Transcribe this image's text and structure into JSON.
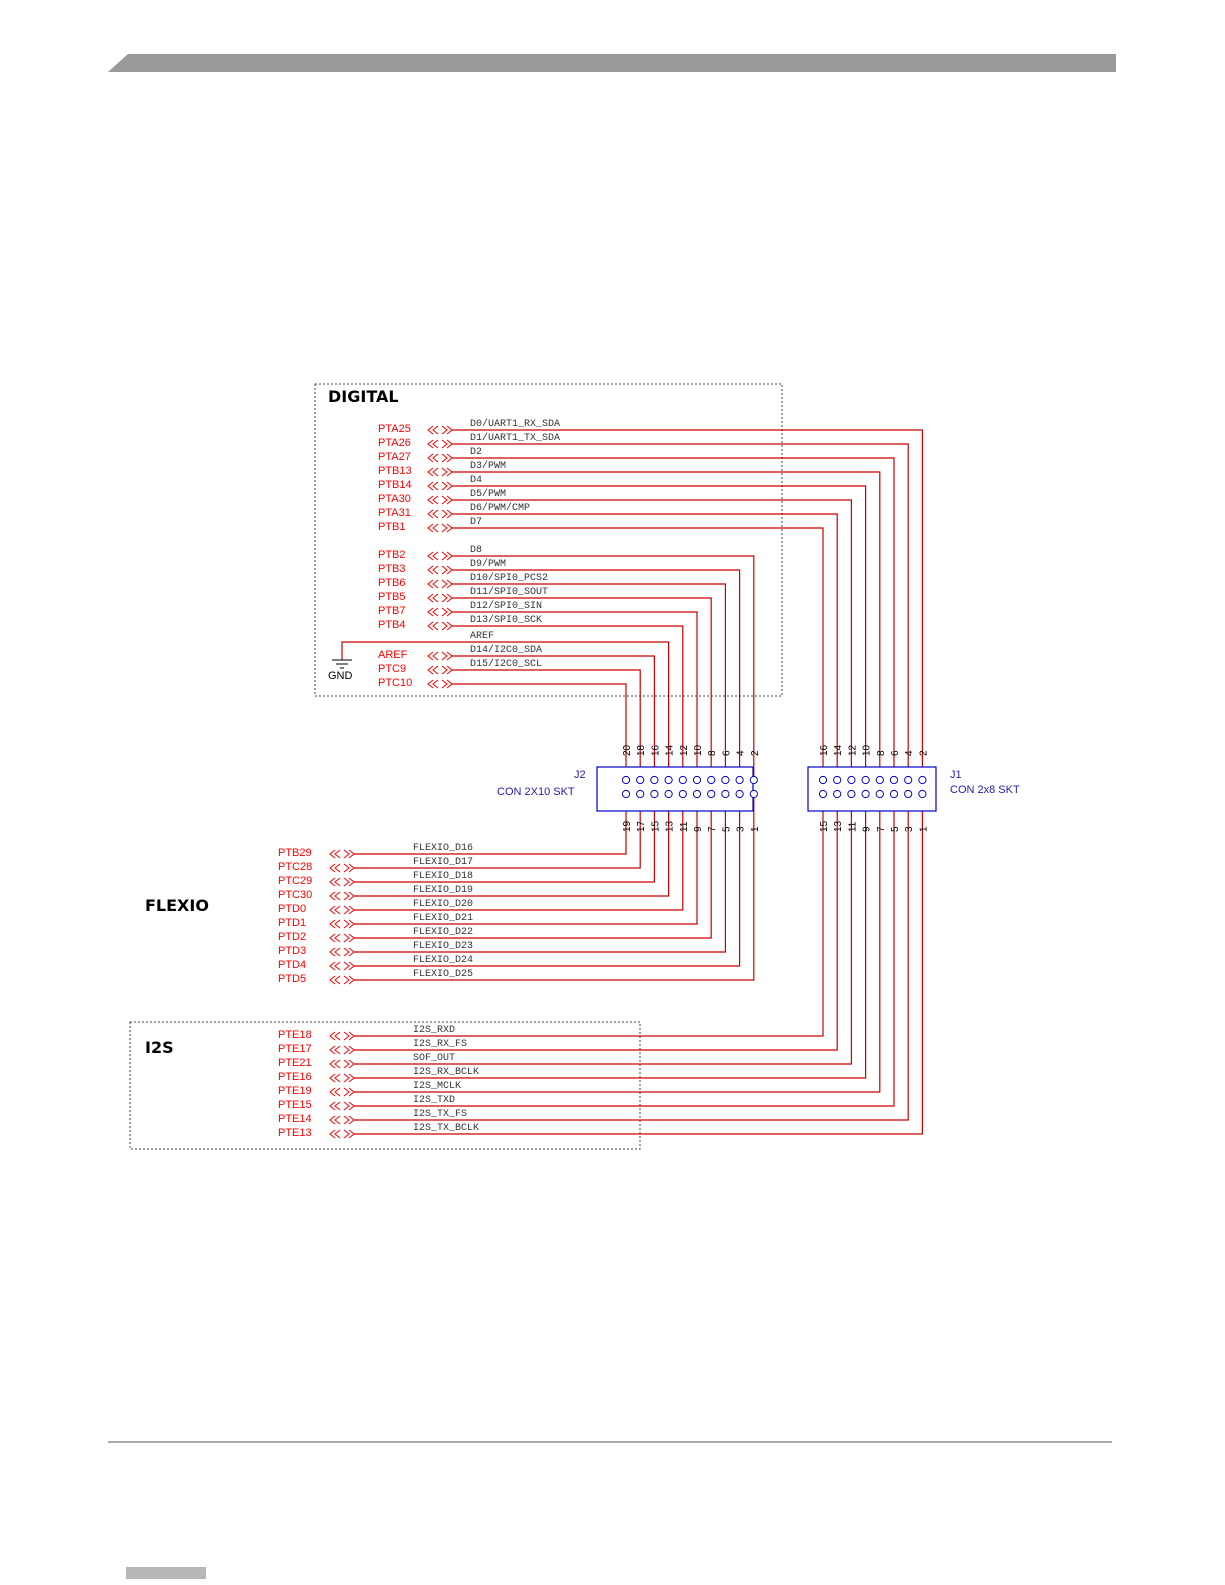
{
  "sections": {
    "digital": "DIGITAL",
    "flexio": "FLEXIO",
    "i2s": "I2S"
  },
  "gnd_label": "GND",
  "connectors": {
    "j2": {
      "ref": "J2",
      "desc": "CON 2X10 SKT",
      "top_pins": [
        "20",
        "18",
        "16",
        "14",
        "12",
        "10",
        "8",
        "6",
        "4",
        "2"
      ],
      "bottom_pins": [
        "19",
        "17",
        "15",
        "13",
        "11",
        "9",
        "7",
        "5",
        "3",
        "1"
      ]
    },
    "j1": {
      "ref": "J1",
      "desc": "CON 2x8 SKT",
      "top_pins": [
        "16",
        "14",
        "12",
        "10",
        "8",
        "6",
        "4",
        "2"
      ],
      "bottom_pins": [
        "15",
        "13",
        "11",
        "9",
        "7",
        "5",
        "3",
        "1"
      ]
    }
  },
  "digital_signals": [
    {
      "port": "PTA25",
      "net": "D0/UART1_RX_SDA",
      "connector": "J1",
      "pin": 2
    },
    {
      "port": "PTA26",
      "net": "D1/UART1_TX_SDA",
      "connector": "J1",
      "pin": 4
    },
    {
      "port": "PTA27",
      "net": "D2",
      "connector": "J1",
      "pin": 6
    },
    {
      "port": "PTB13",
      "net": "D3/PWM",
      "connector": "J1",
      "pin": 8
    },
    {
      "port": "PTB14",
      "net": "D4",
      "connector": "J1",
      "pin": 10
    },
    {
      "port": "PTA30",
      "net": "D5/PWM",
      "connector": "J1",
      "pin": 12
    },
    {
      "port": "PTA31",
      "net": "D6/PWM/CMP",
      "connector": "J1",
      "pin": 14
    },
    {
      "port": "PTB1",
      "net": "D7",
      "connector": "J1",
      "pin": 16
    },
    {
      "port": "PTB2",
      "net": "D8",
      "connector": "J2",
      "pin": 2
    },
    {
      "port": "PTB3",
      "net": "D9/PWM",
      "connector": "J2",
      "pin": 4
    },
    {
      "port": "PTB6",
      "net": "D10/SPI0_PCS2",
      "connector": "J2",
      "pin": 6
    },
    {
      "port": "PTB5",
      "net": "D11/SPI0_SOUT",
      "connector": "J2",
      "pin": 8
    },
    {
      "port": "PTB7",
      "net": "D12/SPI0_SIN",
      "connector": "J2",
      "pin": 10
    },
    {
      "port": "PTB4",
      "net": "D13/SPI0_SCK",
      "connector": "J2",
      "pin": 12
    },
    {
      "port": "",
      "net": "AREF",
      "connector": "J2",
      "pin": 14
    },
    {
      "port": "AREF",
      "net": "D14/I2C0_SDA",
      "connector": "J2",
      "pin": 16
    },
    {
      "port": "PTC9",
      "net": "D15/I2C0_SCL",
      "connector": "J2",
      "pin": 18
    },
    {
      "port": "PTC10",
      "net": "",
      "connector": "J2",
      "pin": 20
    }
  ],
  "flexio_signals": [
    {
      "port": "PTB29",
      "net": "FLEXIO_D16",
      "connector": "J2",
      "pin": 19
    },
    {
      "port": "PTC28",
      "net": "FLEXIO_D17",
      "connector": "J2",
      "pin": 17
    },
    {
      "port": "PTC29",
      "net": "FLEXIO_D18",
      "connector": "J2",
      "pin": 15
    },
    {
      "port": "PTC30",
      "net": "FLEXIO_D19",
      "connector": "J2",
      "pin": 13
    },
    {
      "port": "PTD0",
      "net": "FLEXIO_D20",
      "connector": "J2",
      "pin": 11
    },
    {
      "port": "PTD1",
      "net": "FLEXIO_D21",
      "connector": "J2",
      "pin": 9
    },
    {
      "port": "PTD2",
      "net": "FLEXIO_D22",
      "connector": "J2",
      "pin": 7
    },
    {
      "port": "PTD3",
      "net": "FLEXIO_D23",
      "connector": "J2",
      "pin": 5
    },
    {
      "port": "PTD4",
      "net": "FLEXIO_D24",
      "connector": "J2",
      "pin": 3
    },
    {
      "port": "PTD5",
      "net": "FLEXIO_D25",
      "connector": "J2",
      "pin": 1
    }
  ],
  "i2s_signals": [
    {
      "port": "PTE18",
      "net": "I2S_RXD",
      "connector": "J1",
      "pin": 15
    },
    {
      "port": "PTE17",
      "net": "I2S_RX_FS",
      "connector": "J1",
      "pin": 13
    },
    {
      "port": "PTE21",
      "net": "SOF_OUT",
      "connector": "J1",
      "pin": 11
    },
    {
      "port": "PTE16",
      "net": "I2S_RX_BCLK",
      "connector": "J1",
      "pin": 9
    },
    {
      "port": "PTE19",
      "net": "I2S_MCLK",
      "connector": "J1",
      "pin": 7
    },
    {
      "port": "PTE15",
      "net": "I2S_TXD",
      "connector": "J1",
      "pin": 5
    },
    {
      "port": "PTE14",
      "net": "I2S_TX_FS",
      "connector": "J1",
      "pin": 3
    },
    {
      "port": "PTE13",
      "net": "I2S_TX_BCLK",
      "connector": "J1",
      "pin": 1
    }
  ]
}
